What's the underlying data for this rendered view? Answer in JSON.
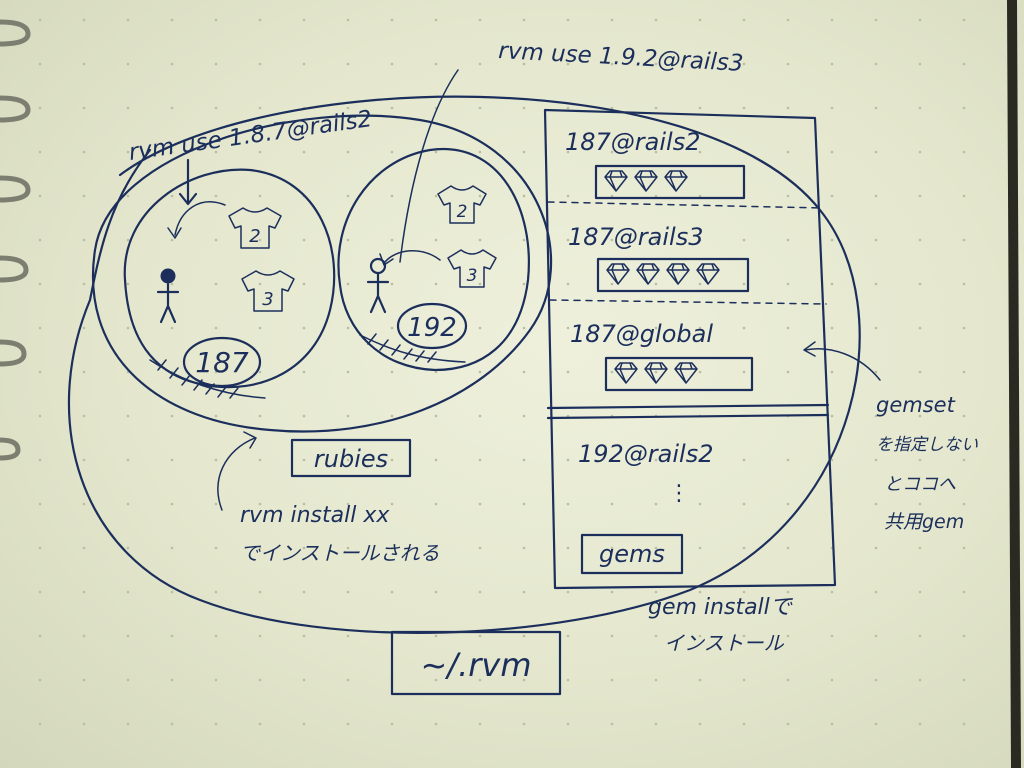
{
  "commands": {
    "use_187": "rvm use 1.8.7@rails2",
    "use_192": "rvm use 1.9.2@rails3"
  },
  "rubies": {
    "label": "rubies",
    "ruby_187": {
      "version": "187",
      "shirts": [
        "2",
        "3"
      ]
    },
    "ruby_192": {
      "version": "192",
      "shirts": [
        "2",
        "3"
      ]
    },
    "install_note_line1": "rvm install xx",
    "install_note_line2": "でインストールされる"
  },
  "gems": {
    "label": "gems",
    "gemsets": [
      {
        "name": "187@rails2",
        "gem_count": 3
      },
      {
        "name": "187@rails3",
        "gem_count": 4
      },
      {
        "name": "187@global",
        "gem_count": 3
      },
      {
        "name": "192@rails2",
        "gem_count": 0
      }
    ],
    "ellipsis": "⋮",
    "install_note_line1": "gem installで",
    "install_note_line2": "インストール"
  },
  "side_note": {
    "line1": "gemset",
    "line2": "を指定しない",
    "line3": "とココへ",
    "line4": "共用gem"
  },
  "root_label": "~/.rvm",
  "ink_color": "#1c2f5c"
}
